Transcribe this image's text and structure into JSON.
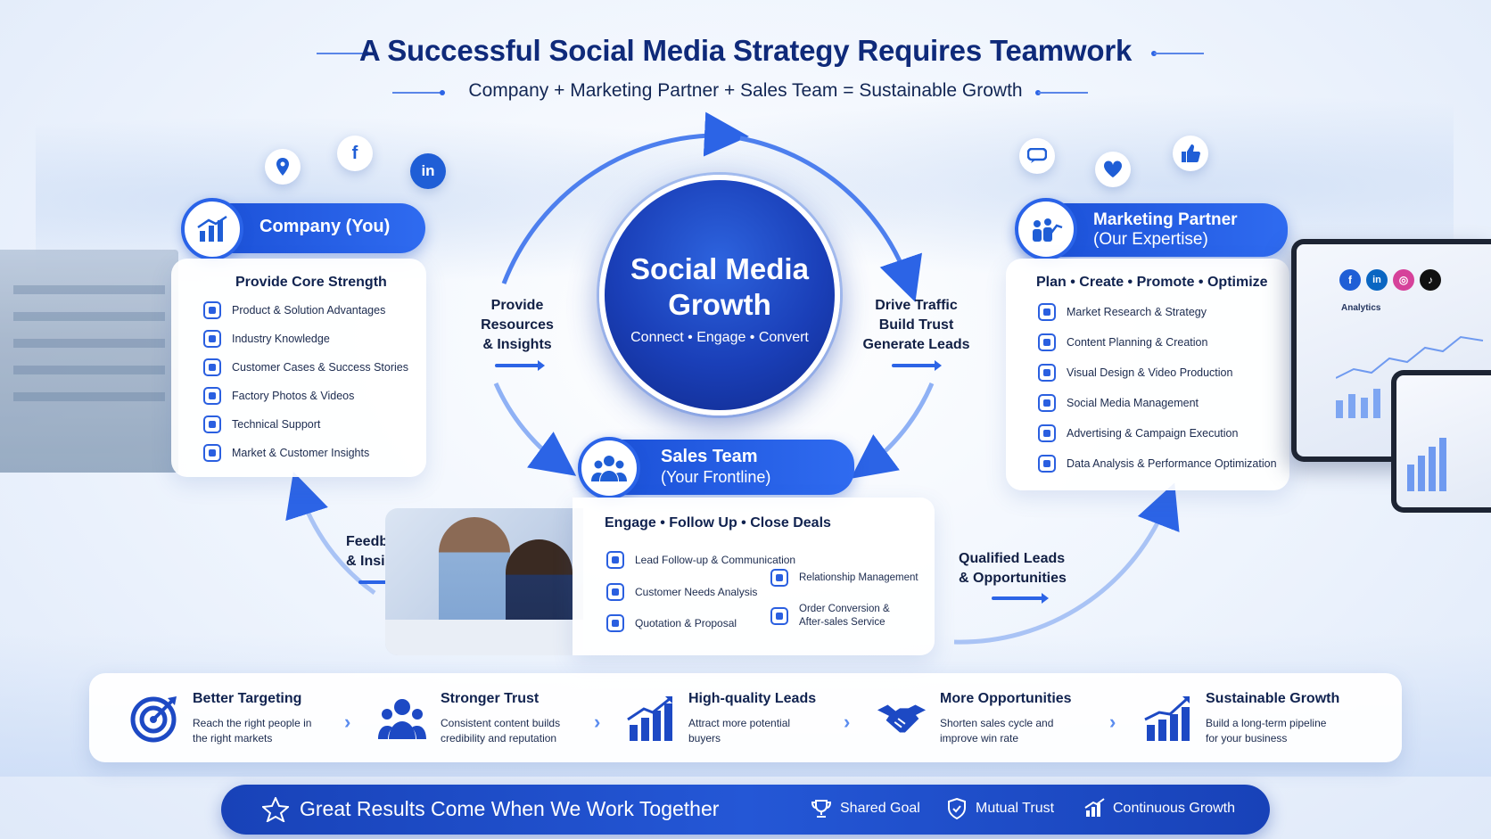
{
  "header": {
    "title": "A Successful Social Media Strategy Requires Teamwork",
    "subtitle": "Company + Marketing Partner + Sales Team = Sustainable Growth"
  },
  "center": {
    "title_line1": "Social Media",
    "title_line2": "Growth",
    "tagline": "Connect • Engage • Convert"
  },
  "flows": {
    "provide_line1": "Provide",
    "provide_line2": "Resources",
    "provide_line3": "& Insights",
    "drive_line1": "Drive Traffic",
    "drive_line2": "Build Trust",
    "drive_line3": "Generate Leads",
    "feedback_line1": "Feedback",
    "feedback_line2": "& Insights",
    "qualified_line1": "Qualified Leads",
    "qualified_line2": "& Opportunities"
  },
  "company": {
    "title": "Company (You)",
    "heading": "Provide Core Strength",
    "items": [
      "Product & Solution Advantages",
      "Industry Knowledge",
      "Customer Cases & Success Stories",
      "Factory Photos & Videos",
      "Technical Support",
      "Market & Customer Insights"
    ]
  },
  "partner": {
    "title_line1": "Marketing Partner",
    "title_line2": "(Our Expertise)",
    "heading": "Plan • Create • Promote • Optimize",
    "items": [
      "Market Research & Strategy",
      "Content Planning & Creation",
      "Visual Design & Video Production",
      "Social Media Management",
      "Advertising & Campaign Execution",
      "Data Analysis & Performance Optimization"
    ]
  },
  "sales": {
    "title_line1": "Sales Team",
    "title_line2": "(Your Frontline)",
    "heading": "Engage • Follow Up • Close Deals",
    "items": [
      "Lead Follow-up & Communication",
      "Customer Needs Analysis",
      "Quotation & Proposal",
      "Relationship Management",
      "Order Conversion & After-sales Service"
    ]
  },
  "laptop": {
    "label": "Analytics"
  },
  "benefits": [
    {
      "title": "Better Targeting",
      "desc": "Reach the right people in the right markets",
      "icon": "target-icon"
    },
    {
      "title": "Stronger Trust",
      "desc": "Consistent content builds credibility and reputation",
      "icon": "people-icon"
    },
    {
      "title": "High-quality Leads",
      "desc": "Attract more potential buyers",
      "icon": "bar-chart-icon"
    },
    {
      "title": "More Opportunities",
      "desc": "Shorten sales cycle and improve win rate",
      "icon": "handshake-icon"
    },
    {
      "title": "Sustainable Growth",
      "desc": "Build a long-term pipeline for your business",
      "icon": "growth-chart-icon"
    }
  ],
  "footer": {
    "tagline": "Great Results Come When We Work Together",
    "shared_goal": "Shared Goal",
    "mutual_trust": "Mutual Trust",
    "continuous_growth": "Continuous Growth"
  },
  "colors": {
    "primary": "#1a4fd6",
    "navy": "#0f2a7a",
    "accent": "#2c64e6"
  }
}
